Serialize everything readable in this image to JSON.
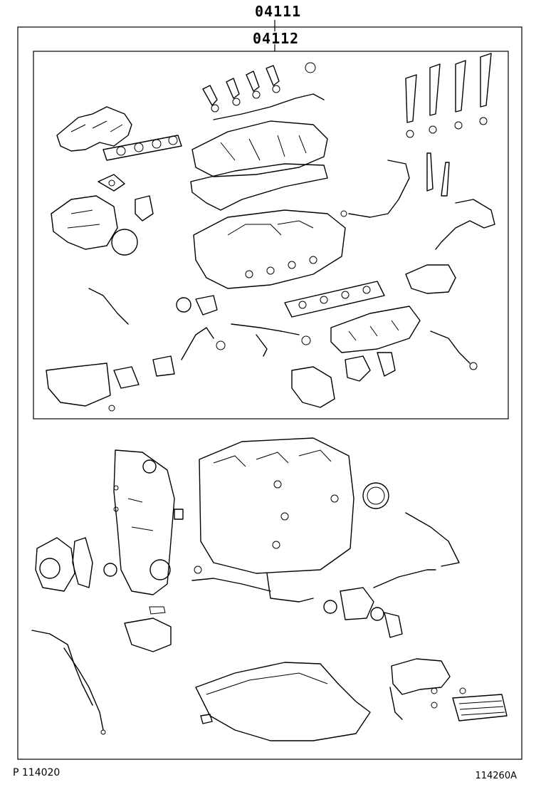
{
  "labels": {
    "outer_kit": "04111",
    "inner_kit": "04112"
  },
  "footer": {
    "left_code": "P 114020",
    "right_code": "114260A"
  }
}
